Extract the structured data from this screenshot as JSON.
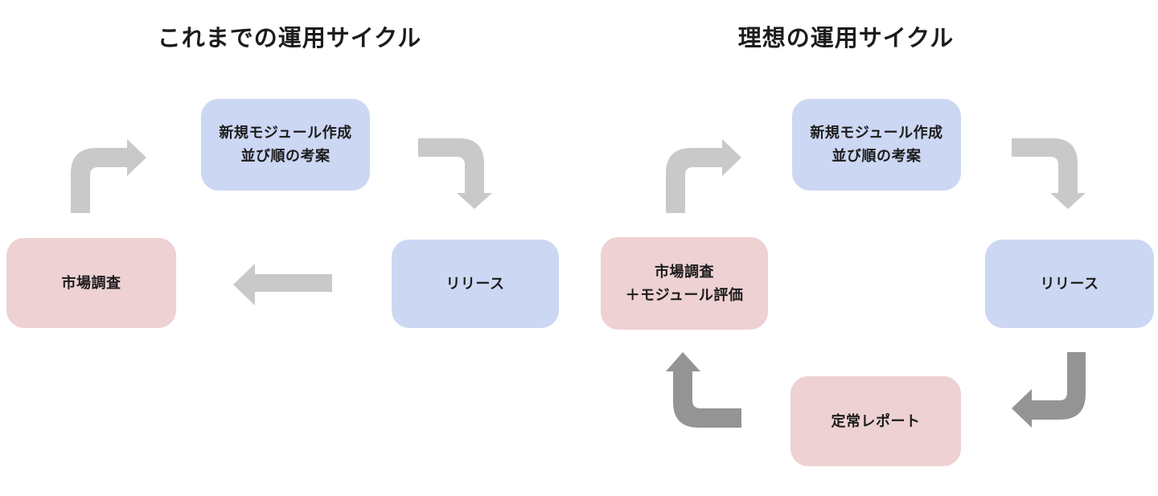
{
  "colors": {
    "box_blue": "#ccd7f3",
    "box_pink": "#eed1d3",
    "arrow_light": "#c9c9c9",
    "arrow_dark": "#949494",
    "text": "#1c1c1c",
    "background": "#ffffff"
  },
  "left_diagram": {
    "title": "これまでの運用サイクル",
    "nodes": {
      "module_creation": {
        "label": "新規モジュール作成\n並び順の考案",
        "color": "blue"
      },
      "release": {
        "label": "リリース",
        "color": "blue"
      },
      "market_research": {
        "label": "市場調査",
        "color": "pink"
      }
    },
    "edges": [
      {
        "from": "market_research",
        "to": "module_creation",
        "style": "light"
      },
      {
        "from": "module_creation",
        "to": "release",
        "style": "light"
      },
      {
        "from": "release",
        "to": "market_research",
        "style": "light"
      }
    ]
  },
  "right_diagram": {
    "title": "理想の運用サイクル",
    "nodes": {
      "module_creation": {
        "label": "新規モジュール作成\n並び順の考案",
        "color": "blue"
      },
      "release": {
        "label": "リリース",
        "color": "blue"
      },
      "market_research": {
        "label": "市場調査\n＋モジュール評価",
        "color": "pink"
      },
      "regular_report": {
        "label": "定常レポート",
        "color": "pink"
      }
    },
    "edges": [
      {
        "from": "market_research",
        "to": "module_creation",
        "style": "light"
      },
      {
        "from": "module_creation",
        "to": "release",
        "style": "light"
      },
      {
        "from": "release",
        "to": "regular_report",
        "style": "dark"
      },
      {
        "from": "regular_report",
        "to": "market_research",
        "style": "dark"
      }
    ]
  }
}
